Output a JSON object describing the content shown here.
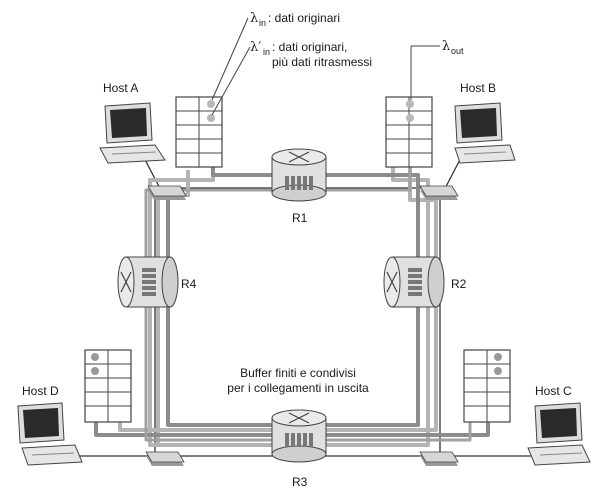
{
  "hosts": {
    "a": {
      "label": "Host A"
    },
    "b": {
      "label": "Host B"
    },
    "c": {
      "label": "Host C"
    },
    "d": {
      "label": "Host D"
    }
  },
  "routers": {
    "r1": {
      "label": "R1"
    },
    "r2": {
      "label": "R2"
    },
    "r3": {
      "label": "R3"
    },
    "r4": {
      "label": "R4"
    }
  },
  "annotations": {
    "lambda_in": {
      "symbol": "λ",
      "sub": "in",
      "text": ": dati originari"
    },
    "lambda_in_prime": {
      "symbol": "λ′",
      "sub": "in",
      "text": ": dati  originari,",
      "text2": "più dati ritrasmessi"
    },
    "lambda_out": {
      "symbol": "λ",
      "sub": "out"
    },
    "buffer_line1": "Buffer finiti e condivisi",
    "buffer_line2": "per i collegamenti in uscita"
  },
  "colors": {
    "outer_loop": "#b0b0b0",
    "inner_loop": "#8a8a8a",
    "link": "#333333",
    "router_body": "#e2e2e2",
    "screen": "#2a2a2a"
  }
}
